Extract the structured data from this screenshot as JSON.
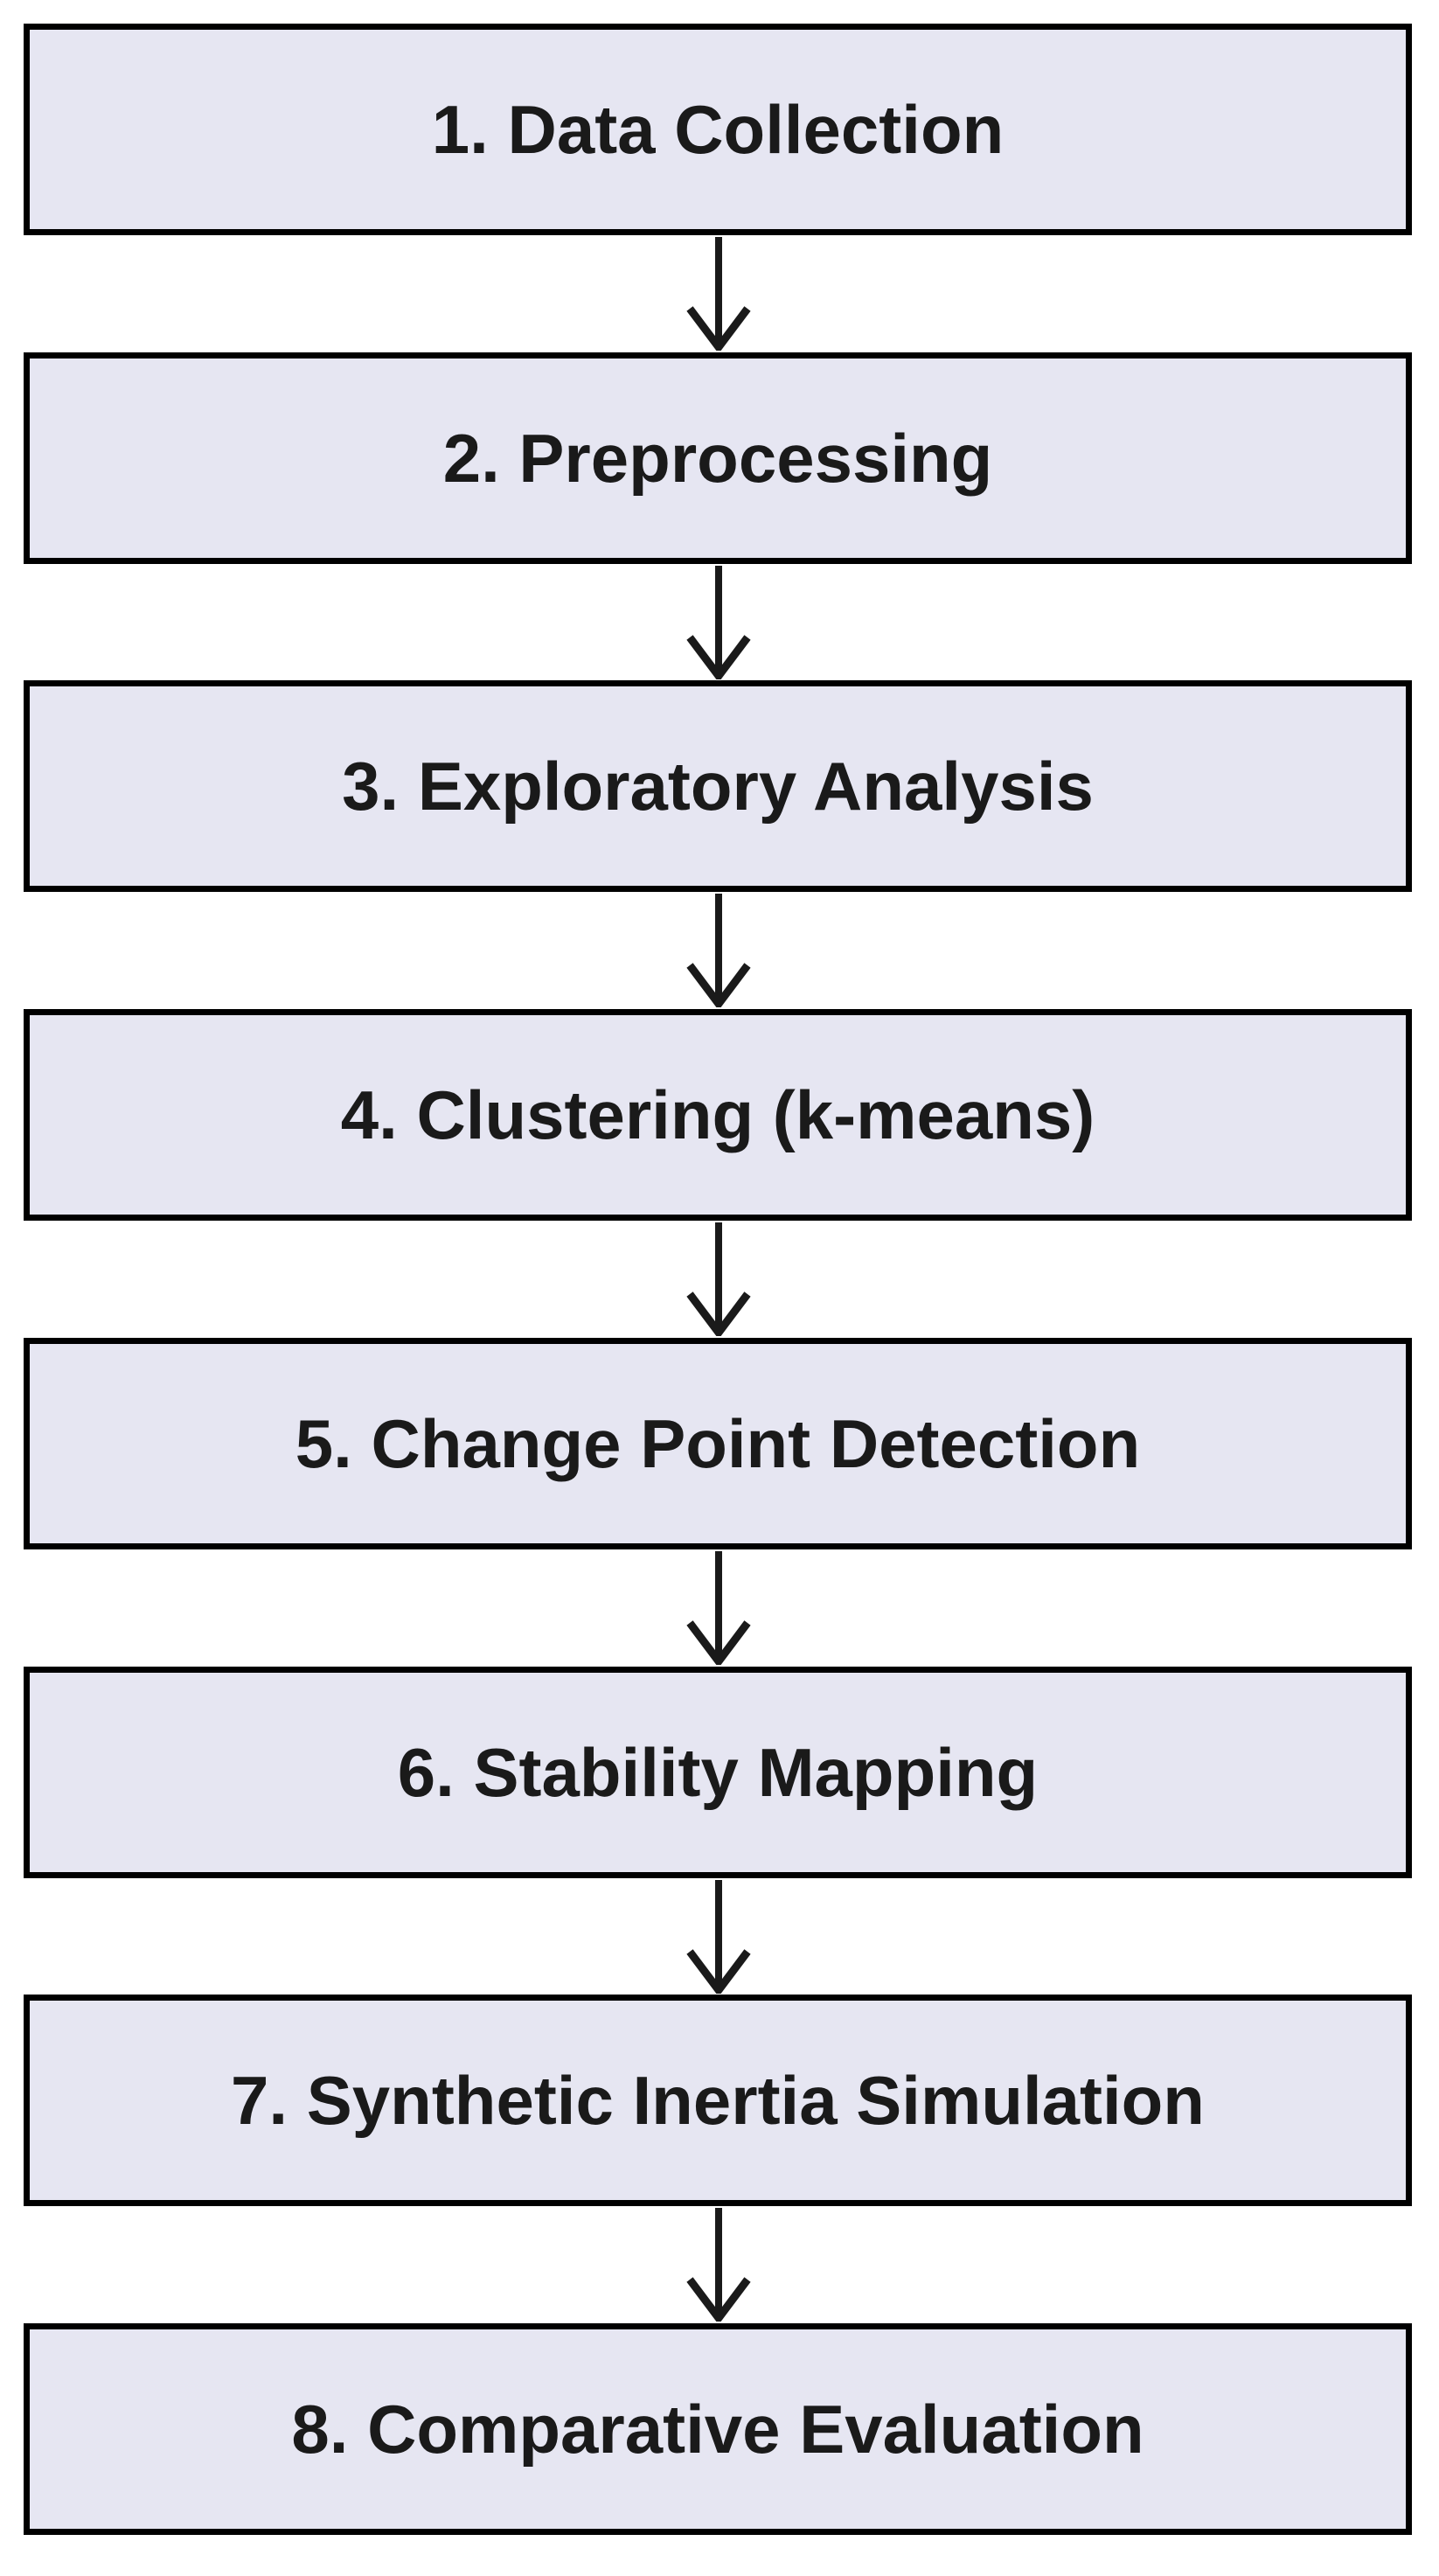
{
  "diagram": {
    "type": "flowchart",
    "steps": [
      "1. Data Collection",
      "2. Preprocessing",
      "3. Exploratory Analysis",
      "4. Clustering (k-means)",
      "5. Change Point Detection",
      "6. Stability Mapping",
      "7. Synthetic Inertia Simulation",
      "8. Comparative Evaluation"
    ],
    "colors": {
      "box_fill": "#e6e6f2",
      "box_border": "#000000",
      "text": "#1a1a1a",
      "arrow": "#1a1a1a"
    }
  }
}
